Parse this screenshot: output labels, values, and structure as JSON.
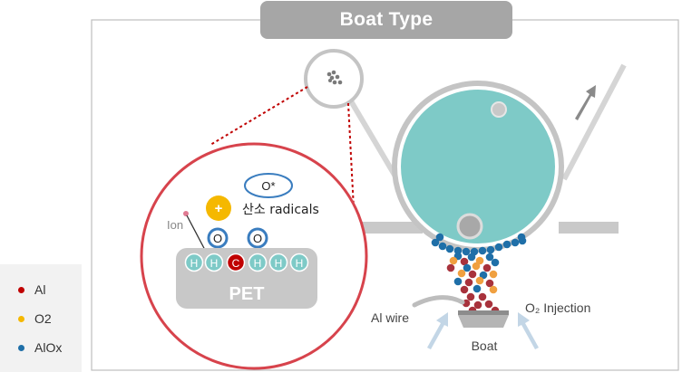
{
  "title": "Boat Type",
  "legend": [
    {
      "label": "Al",
      "color": "#c00000"
    },
    {
      "label": "O2",
      "color": "#f5b800"
    },
    {
      "label": "AlOx",
      "color": "#1f6fa8"
    }
  ],
  "zoom": {
    "o_star_label": "O*",
    "plus_symbol": "+",
    "radicals_label": "산소 radicals",
    "ion_label": "Ion",
    "o_left": "O",
    "o_right": "O",
    "atoms": [
      "H",
      "H",
      "C",
      "H",
      "H",
      "H"
    ],
    "substrate_label": "PET"
  },
  "chamber": {
    "al_wire_label": "Al wire",
    "boat_label": "Boat",
    "o2_injection_label": "O₂ Injection"
  },
  "colors": {
    "accent_red": "#d7434c",
    "drum": "#7ecac7",
    "hydrogen": "#7ecac7",
    "carbon": "#c00000",
    "gray_frame": "#bdbdbd",
    "arrow_blue": "#c3d6e6"
  }
}
